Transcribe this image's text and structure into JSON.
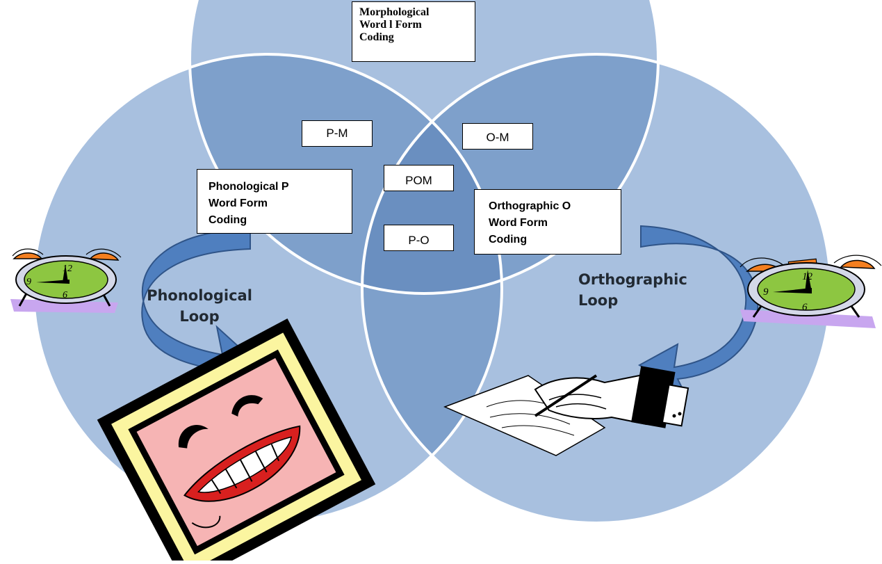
{
  "colors": {
    "circle_fill": "#a8c0df",
    "circle_stroke": "#ffffff",
    "pairwise_overlap": "#7ea0cb",
    "triple_overlap": "#6a8fc0",
    "arrow_fill": "#4f7fbf",
    "arrow_dark": "#2f5488",
    "frame_yellow": "#fbf5a0",
    "frame_black": "#000000",
    "face_pink": "#f6b4b4",
    "lips_red": "#d8201f",
    "clock_green": "#8dc641",
    "clock_orange": "#f47f20",
    "clock_lavender": "#c8a6ef"
  },
  "diagram": {
    "morphological_box": "Morphological\nWord l Form\nCoding",
    "phonological_box": "Phonological  P\nWord Form\nCoding",
    "orthographic_box": "Orthographic O\nWord Form\nCoding",
    "overlap_pm": "P-M",
    "overlap_om": "O-M",
    "overlap_pom": "POM",
    "overlap_po": "P-O",
    "phonological_loop": "Phonological\nLoop",
    "orthographic_loop": "Orthographic\nLoop"
  },
  "icons": {
    "left_clock": "alarm-clock-icon",
    "right_clock": "alarm-clock-icon",
    "smiling_mouth": "smiling-mouth-icon",
    "writing_hand": "writing-hand-icon"
  },
  "clock_face": {
    "n12": "12",
    "n9": "9",
    "n6": "6"
  }
}
